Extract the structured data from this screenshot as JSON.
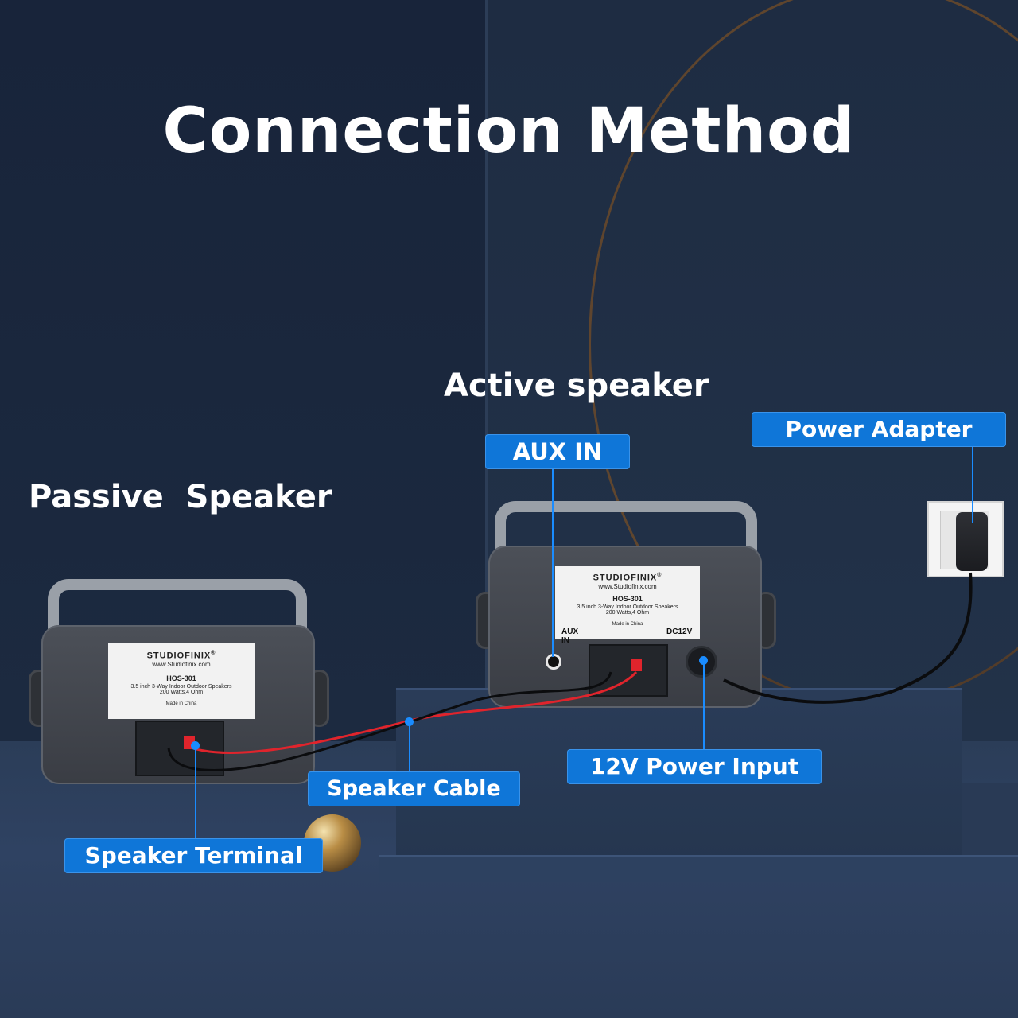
{
  "title": "Connection Method",
  "headings": {
    "active": "Active speaker",
    "passive": "Passive  Speaker"
  },
  "callouts": {
    "aux_in": "AUX IN",
    "power_adapter": "Power Adapter",
    "power_input": "12V Power Input",
    "speaker_cable": "Speaker Cable",
    "speaker_terminal": "Speaker Terminal"
  },
  "passive_label": {
    "brand": "STUDIOFINIX",
    "reg": "®",
    "website": "www.Studiofinix.com",
    "model": "HOS-301",
    "desc1": "3.5 inch 3-Way Indoor Outdoor Speakers",
    "desc2": "200 Watts,4 Ohm",
    "origin": "Made in China"
  },
  "active_label": {
    "brand": "STUDIOFINIX",
    "reg": "®",
    "website": "www.Studiofinix.com",
    "model": "HOS-301",
    "desc1": "3.5 inch 3-Way Indoor Outdoor Speakers",
    "desc2": "200 Watts,4 Ohm",
    "origin": "Made in China",
    "aux_port": "AUX IN",
    "dc_port": "DC12V"
  },
  "colors": {
    "callout": "#0f76d8",
    "leader": "#1a8cff",
    "red_wire": "#e0242c",
    "black_wire": "#0b0c0e"
  }
}
